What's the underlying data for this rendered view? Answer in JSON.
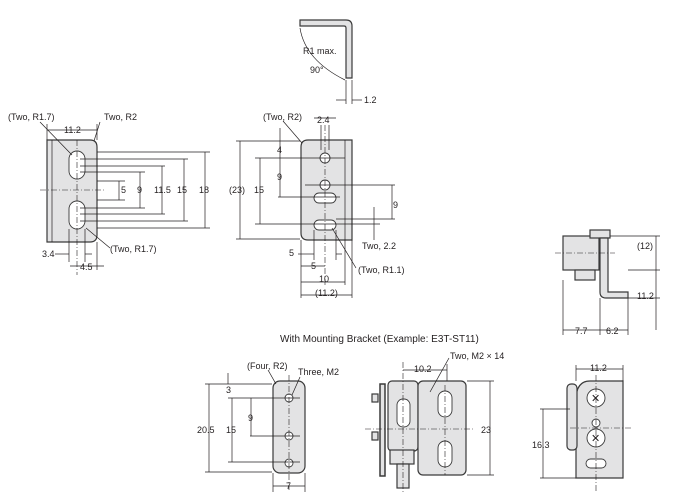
{
  "top_view": {
    "r1max": "R1 max.",
    "angle": "90°",
    "thickness": "1.2"
  },
  "left_view": {
    "two_r17_top": "(Two, R1.7)",
    "two_r2": "Two, R2",
    "width": "11.2",
    "d5": "5",
    "d9": "9",
    "d115": "11.5",
    "d15": "15",
    "d18": "18",
    "d34": "3.4",
    "d45": "4.5",
    "two_r17_bottom": "(Two, R1.7)"
  },
  "center_view": {
    "two_r2": "(Two, R2)",
    "d24": "2.4",
    "d4": "4",
    "d9a": "9",
    "d23": "(23)",
    "d15": "15",
    "d9b": "9",
    "two_22": "Two, 2.2",
    "d5a": "5",
    "d5b": "5",
    "two_r11": "(Two, R1.1)",
    "d10": "10",
    "d112": "(11.2)"
  },
  "side_view": {
    "d12": "(12)",
    "d112": "11.2",
    "d77": "7.7",
    "d62": "6.2"
  },
  "bracket_section": {
    "title": "With Mounting Bracket (Example: E3T-ST11)",
    "front": {
      "four_r2": "(Four, R2)",
      "three_m2": "Three, M2",
      "d3": "3",
      "d9": "9",
      "d205": "20.5",
      "d15": "15",
      "d7": "7"
    },
    "side": {
      "d102": "10.2",
      "screws": "Two, M2 × 14",
      "d23": "23"
    },
    "rear": {
      "d112": "11.2",
      "d163": "16.3"
    }
  }
}
